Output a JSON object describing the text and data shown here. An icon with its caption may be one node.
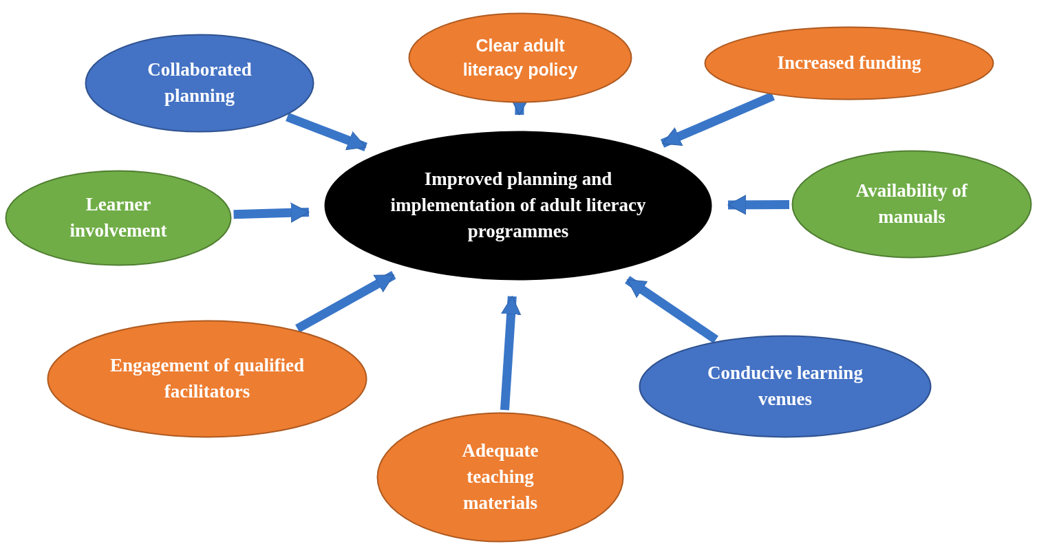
{
  "diagram": {
    "nodes": [
      {
        "text": [
          "Improved planning and implementation of adult literacy programmes"
        ]
      },
      {
        "text": [
          "Collaborated planning"
        ]
      },
      {
        "text": [
          "Clear adult literacy policy"
        ]
      },
      {
        "text": [
          "Increased funding"
        ]
      },
      {
        "text": [
          "Learner involvement"
        ]
      },
      {
        "text": [
          "Availability of manuals"
        ]
      },
      {
        "text": [
          "Engagement of qualified facilitators"
        ]
      },
      {
        "text": [
          "Conducive learning venues"
        ]
      },
      {
        "text": [
          "Adequate teaching materials"
        ]
      }
    ],
    "edges": [
      {
        "from": 1,
        "to": 0,
        "arrow": "to"
      },
      {
        "from": 2,
        "to": 0,
        "arrow": "to"
      },
      {
        "from": 3,
        "to": 0,
        "arrow": "to"
      },
      {
        "from": 4,
        "to": 0,
        "arrow": "to"
      },
      {
        "from": 5,
        "to": 0,
        "arrow": "to"
      },
      {
        "from": 6,
        "to": 0,
        "arrow": "to"
      },
      {
        "from": 7,
        "to": 0,
        "arrow": "to"
      },
      {
        "from": 8,
        "to": 0,
        "arrow": "to"
      }
    ]
  }
}
